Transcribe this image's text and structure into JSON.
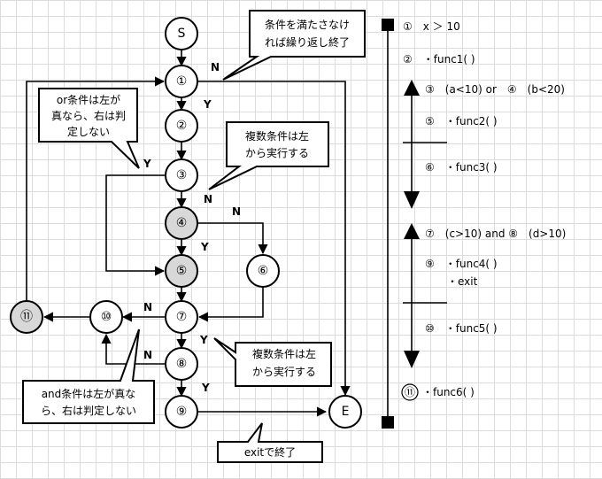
{
  "nodes": {
    "start": "S",
    "n1": "①",
    "n2": "②",
    "n3": "③",
    "n4": "④",
    "n5": "⑤",
    "n6": "⑥",
    "n7": "⑦",
    "n8": "⑧",
    "n9": "⑨",
    "n10": "⑩",
    "n11": "⑪",
    "end": "E"
  },
  "edge_labels": {
    "yes": "Y",
    "no": "N"
  },
  "callouts": {
    "loop_condition": [
      "条件を満たさなけ",
      "れば繰り返し終了"
    ],
    "or_condition": [
      "or条件は左が",
      "真なら、右は判",
      "定しない"
    ],
    "compound_left_first_1": [
      "複数条件は左",
      "から実行する"
    ],
    "compound_left_first_2": [
      "複数条件は左",
      "から実行する"
    ],
    "and_condition": [
      "and条件は左が真な",
      "ら、右は判定しない"
    ],
    "exit_note": [
      "exitで終了"
    ]
  },
  "code_listing": {
    "lines": {
      "l1": "①　x ＞ 10",
      "l2": "②　・func1( )",
      "l3": "③　(a<10) or　④　(b<20)",
      "l5": "⑤　・func2( )",
      "l6": "⑥　・func3( )",
      "l7": "⑦　(c>10) and ⑧　(d>10)",
      "l9": "⑨　・func4( )",
      "l9b": "・exit",
      "l10": "⑩　・func5( )",
      "l11_num": "⑪",
      "l11": "・func6( )"
    }
  },
  "colors": {
    "line": "#000000",
    "grey_node": "#d8d8d8",
    "grid": "#dcdcdc"
  }
}
